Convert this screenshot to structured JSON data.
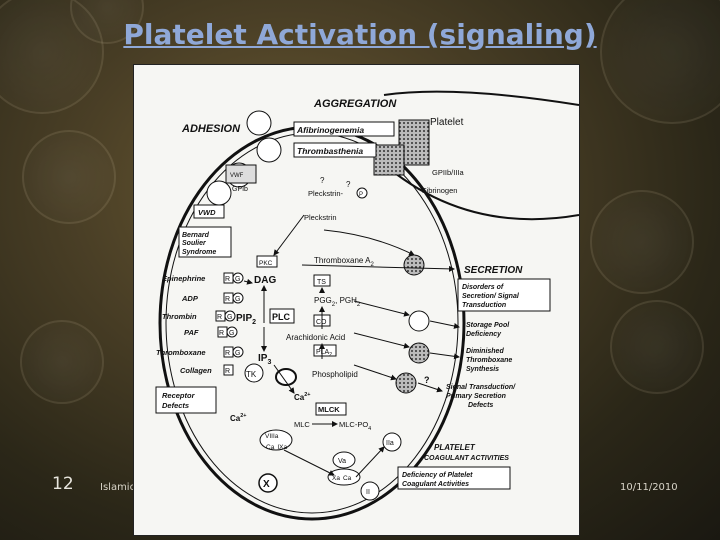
{
  "slide": {
    "title": "Platelet Activation (signaling)",
    "number": "12",
    "footer_left": "Islamic",
    "date": "10/11/2010"
  },
  "diagram": {
    "aggregation": "AGGREGATION",
    "adhesion": "ADHESION",
    "platelet": "Platelet",
    "afibrinogenemia": "Afibrinogenemia",
    "thrombasthenia": "Thrombasthenia",
    "gpiib_iiia": "GPIIb/IIIa",
    "fibrinogen": "Fibrinogen",
    "vwf": "VWF",
    "gpib": "GPIb",
    "vwd": "VWD",
    "bernard": "Bernard",
    "soulier": "Soulier",
    "syndrome": "Syndrome",
    "pleckstrin_p": "Pleckstrin-",
    "p_circle": "P",
    "pleckstrin": "Pleckstrin",
    "q2": "?",
    "q1": "?",
    "q3": "?",
    "pkc": "PKC",
    "dag": "DAG",
    "thromboxane_a2": "Thromboxane A",
    "sub2": "2",
    "ts": "TS",
    "pgg2": "PGG",
    "pgh2": ", PGH",
    "co": "CO",
    "pip2": "PIP",
    "plc": "PLC",
    "arachidonic": "Arachidonic Acid",
    "pla2": "PLA",
    "ip3": "IP",
    "sub3": "3",
    "tk": "TK",
    "phospholipid": "Phospholipid",
    "epinephrine": "Epinephrine",
    "adp": "ADP",
    "thrombin": "Thrombin",
    "paf": "PAF",
    "thromboxane": "Thromboxane",
    "collagen": "Collagen",
    "r": "R",
    "g": "G",
    "receptor_defects_1": "Receptor",
    "receptor_defects_2": "Defects",
    "ca": "Ca",
    "ca_sup": "2+",
    "mlck": "MLCK",
    "mlc": "MLC",
    "mlc_po4": "MLC-PO",
    "sub4": "4",
    "secretion": "SECRETION",
    "disorders_1": "Disorders of",
    "disorders_2": "Secretion/ Signal",
    "disorders_3": "Transduction",
    "storage_1": "Storage Pool",
    "storage_2": "Deficiency",
    "diminished_1": "Diminished",
    "diminished_2": "Thromboxane",
    "diminished_3": "Synthesis",
    "signal_1": "Signal Transduction/",
    "signal_2": "Primary Secretion",
    "signal_3": "Defects",
    "viiia": "VIIIa",
    "ixa": "IXa",
    "va": "Va",
    "xa": "Xa",
    "iia": "IIa",
    "x": "X",
    "ii": "II",
    "platelet_coag_1": "PLATELET",
    "platelet_coag_2": "COAGULANT ACTIVITIES",
    "deficiency_1": "Deficiency of Platelet",
    "deficiency_2": "Coagulant Activities"
  }
}
